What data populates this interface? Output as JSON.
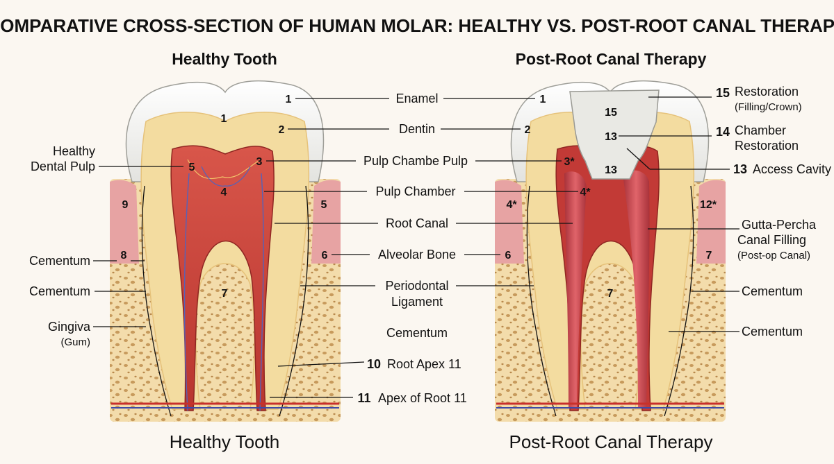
{
  "title": "COMPARATIVE CROSS-SECTION OF HUMAN MOLAR: HEALTHY VS. POST-ROOT CANAL THERAPY",
  "colors": {
    "background": "#fbf7f1",
    "enamel": "#f4f4f2",
    "dentin": "#f3dca0",
    "pulp": "#c9423b",
    "bone": "#f1d9a6",
    "gum": "#e7a3a3",
    "gutta_percha": "#c63f45",
    "restoration": "#e9e9e4"
  },
  "healthy": {
    "heading": "Healthy Tooth",
    "footer": "Healthy Tooth",
    "inner_numbers": [
      "1",
      "2",
      "3",
      "4",
      "5",
      "6",
      "7",
      "8",
      "9",
      "5"
    ],
    "left_labels": {
      "pulp": "Healthy\nDental Pulp",
      "cementum1": "Cementum",
      "cementum2": "Cementum",
      "gingiva": "Gingiva",
      "gingiva_sub": "(Gum)"
    }
  },
  "treated": {
    "heading": "Post-Root Canal Therapy",
    "footer": "Post-Root Canal Therapy",
    "inner_numbers": [
      "1",
      "2",
      "3*",
      "4*",
      "4*",
      "6",
      "7",
      "7",
      "12*",
      "15",
      "13",
      "13"
    ],
    "right_labels": {
      "restoration_num": "15",
      "restoration": "Restoration",
      "restoration_sub": "(Filling/Crown)",
      "chamber_num": "14",
      "chamber_line1": "Chamber",
      "chamber_line2": "Restoration",
      "access_num": "13",
      "access": "Access Cavity",
      "gutta_line1": "Gutta-Percha",
      "gutta_line2": "Canal Filling",
      "gutta_sub": "(Post-op Canal)",
      "cementum1": "Cementum",
      "cementum2": "Cementum"
    }
  },
  "center_labels": {
    "enamel": "Enamel",
    "dentin": "Dentin",
    "pulp_chamber_pulp": "Pulp Chambe Pulp",
    "pulp_chamber": "Pulp Chamber",
    "root_canal": "Root Canal",
    "alveolar_bone": "Alveolar Bone",
    "periodontal1": "Periodontal",
    "periodontal2": "Ligament",
    "cementum": "Cementum",
    "root_apex_num": "10",
    "root_apex": "Root Apex 11",
    "apex_root_num": "11",
    "apex_root": "Apex of Root 11"
  }
}
